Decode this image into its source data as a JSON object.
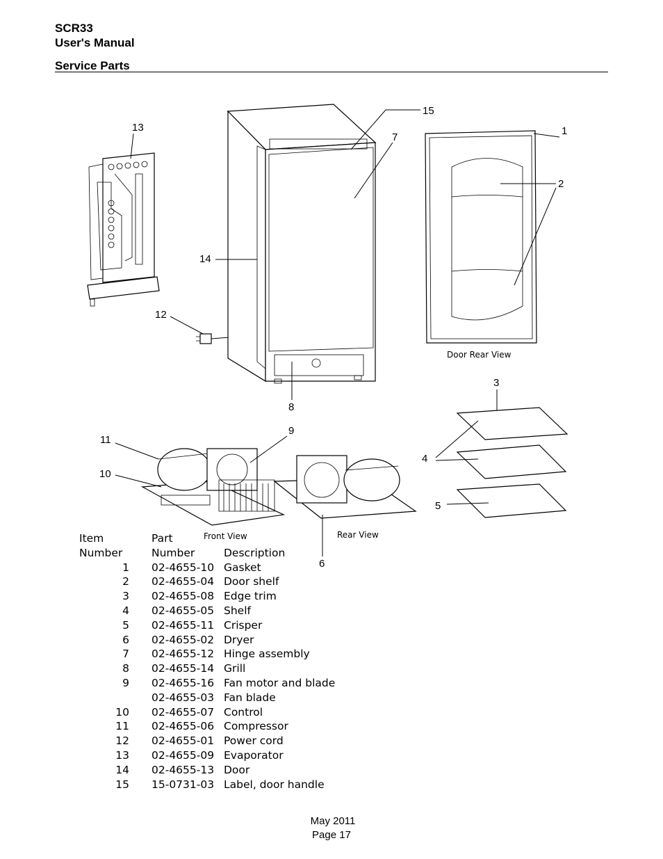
{
  "header": {
    "model": "SCR33",
    "manual": "User's Manual",
    "section": "Service Parts"
  },
  "diagram": {
    "callouts": [
      "1",
      "2",
      "3",
      "4",
      "5",
      "6",
      "7",
      "8",
      "9",
      "10",
      "11",
      "12",
      "13",
      "14",
      "15"
    ],
    "view_labels": {
      "door_rear": "Door Rear View",
      "front": "Front View",
      "rear": "Rear View"
    }
  },
  "table": {
    "headers": {
      "item_line1": "Item",
      "item_line2": "Number",
      "part_line1": "Part",
      "part_line2": "Number",
      "description": "Description"
    },
    "rows": [
      {
        "item": "1",
        "part": "02-4655-10",
        "desc": "Gasket"
      },
      {
        "item": "2",
        "part": "02-4655-04",
        "desc": "Door shelf"
      },
      {
        "item": "3",
        "part": "02-4655-08",
        "desc": "Edge trim"
      },
      {
        "item": "4",
        "part": "02-4655-05",
        "desc": "Shelf"
      },
      {
        "item": "5",
        "part": "02-4655-11",
        "desc": "Crisper"
      },
      {
        "item": "6",
        "part": "02-4655-02",
        "desc": "Dryer"
      },
      {
        "item": "7",
        "part": "02-4655-12",
        "desc": "Hinge assembly"
      },
      {
        "item": "8",
        "part": "02-4655-14",
        "desc": "Grill"
      },
      {
        "item": "9",
        "part": "02-4655-16",
        "desc": "Fan motor and blade"
      },
      {
        "item": "",
        "part": "02-4655-03",
        "desc": "Fan blade"
      },
      {
        "item": "10",
        "part": "02-4655-07",
        "desc": "Control"
      },
      {
        "item": "11",
        "part": "02-4655-06",
        "desc": "Compressor"
      },
      {
        "item": "12",
        "part": "02-4655-01",
        "desc": "Power cord"
      },
      {
        "item": "13",
        "part": "02-4655-09",
        "desc": "Evaporator"
      },
      {
        "item": "14",
        "part": "02-4655-13",
        "desc": "Door"
      },
      {
        "item": "15",
        "part": "15-0731-03",
        "desc": "Label, door handle"
      }
    ]
  },
  "footer": {
    "date": "May 2011",
    "page": "Page 17"
  }
}
